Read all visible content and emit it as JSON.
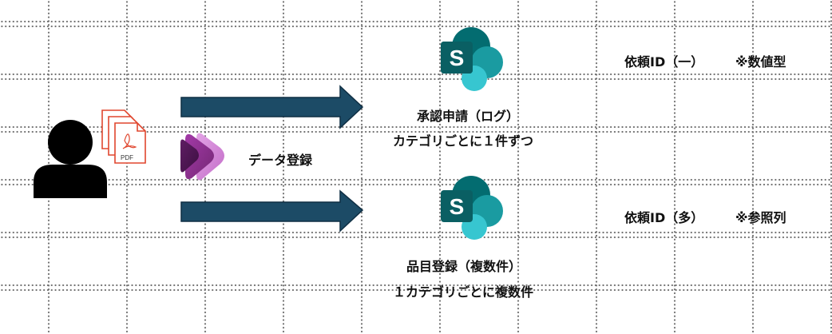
{
  "labels": {
    "data_entry": "データ登録",
    "approval_title": "承認申請（ログ）",
    "approval_sub": "カテゴリごとに１件ずつ",
    "items_title": "品目登録（複数件）",
    "items_sub": "１カテゴリごとに複数件",
    "id_one": "依頼ID（一）",
    "id_one_note": "※数値型",
    "id_many": "依頼ID（多）",
    "id_many_note": "※参照列",
    "pdf_text": "PDF",
    "sharepoint_letter": "S"
  },
  "colors": {
    "arrow_fill": "#1c4b66",
    "arrow_stroke": "#0f2f44",
    "pdf_red": "#e0462e",
    "sharepoint_dark": "#036c70",
    "sharepoint_mid": "#1a9ba1",
    "sharepoint_light": "#37c6d0",
    "powerapps_dark": "#742774",
    "powerapps_light": "#d59dd9"
  },
  "icons": {
    "user": "user-icon",
    "pdf": "pdf-stack-icon",
    "powerapps": "power-apps-icon",
    "sharepoint": "sharepoint-icon",
    "arrow": "right-arrow-icon"
  }
}
